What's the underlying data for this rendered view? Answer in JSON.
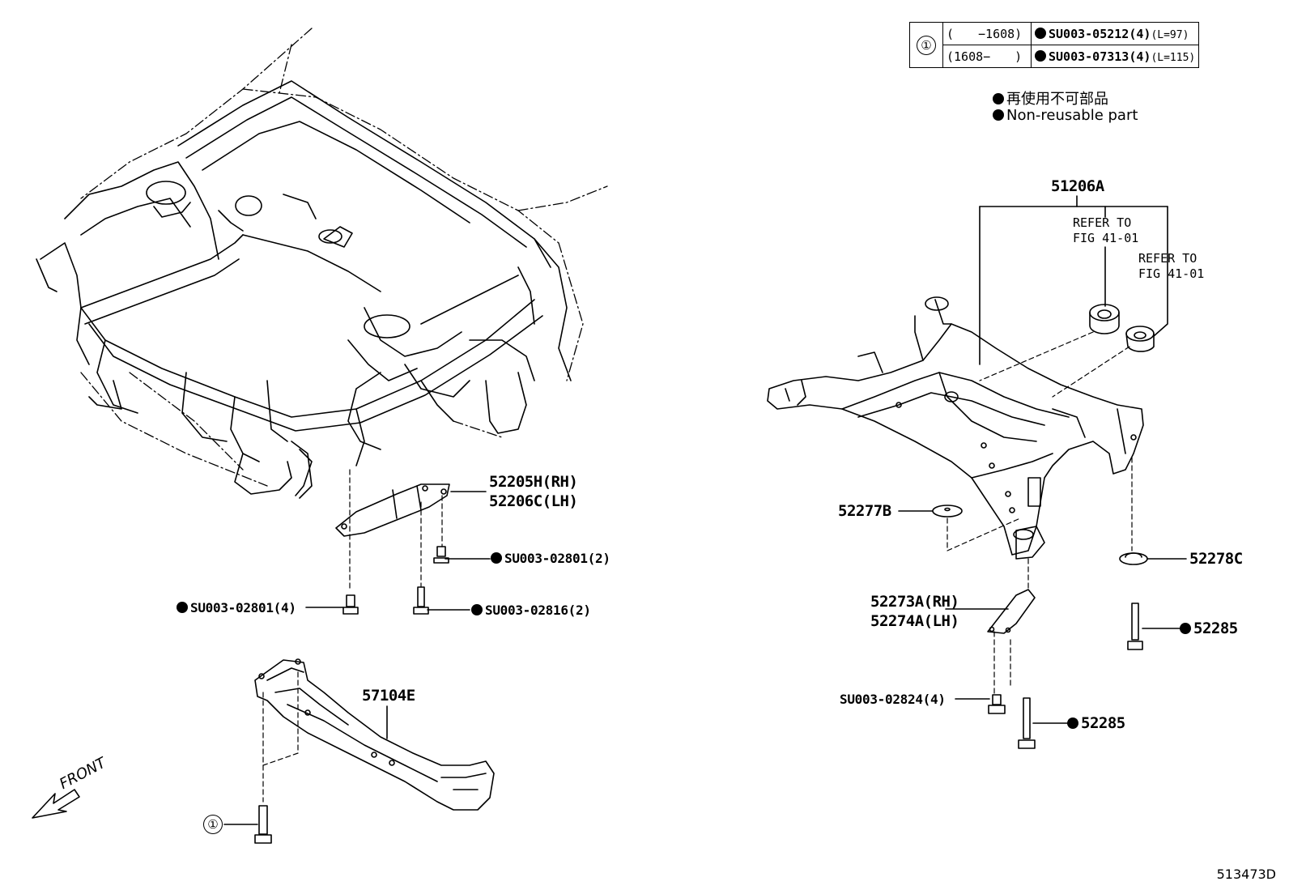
{
  "spec_table": {
    "callout": "①",
    "rows": [
      {
        "range": "(　　−1608)",
        "part": "SU003-05212(4)",
        "length": "(L=97)"
      },
      {
        "range": "(1608−　　)",
        "part": "SU003-07313(4)",
        "length": "(L=115)"
      }
    ]
  },
  "legend": {
    "jp": "再使用不可部品",
    "en": "Non-reusable part"
  },
  "labels": {
    "rear_subframe": "51206A",
    "refer_1": "REFER TO\nFIG 41-01",
    "refer_2": "REFER TO\nFIG 41-01",
    "brace_rh": "52205H(RH)",
    "brace_lh": "52206C(LH)",
    "bolt_a": "SU003-02801(2)",
    "bolt_b": "SU003-02801(4)",
    "bolt_c": "SU003-02816(2)",
    "crossmember": "57104E",
    "circle_one": "①",
    "stopper_lower": "52277B",
    "stopper_upper": "52278C",
    "bracket_rh": "52273A(RH)",
    "bracket_lh": "52274A(LH)",
    "bolt_d": "SU003-02824(4)",
    "bolt_e": "52285",
    "bolt_f": "52285",
    "front": "FRONT",
    "figure_code": "513473D"
  },
  "colors": {
    "line": "#000000",
    "background": "#ffffff"
  }
}
